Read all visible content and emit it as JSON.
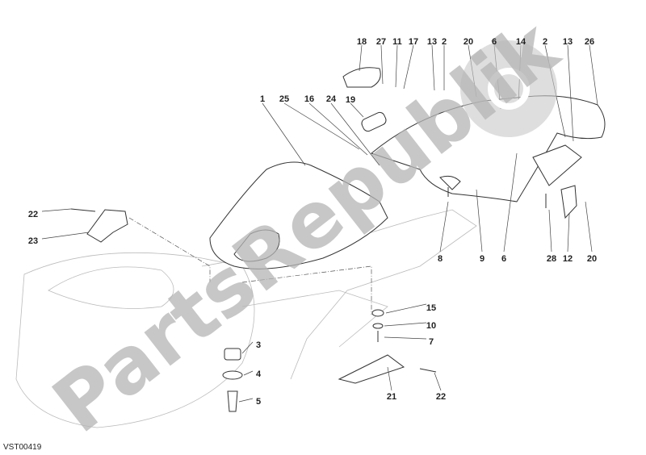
{
  "diagram": {
    "code": "VST00419",
    "watermark": "PartsRepublik",
    "watermark_icon": "gear-icon",
    "callouts": [
      "18",
      "27",
      "11",
      "17",
      "13",
      "2",
      "20",
      "6",
      "14",
      "2",
      "13",
      "26",
      "1",
      "25",
      "16",
      "24",
      "19",
      "22",
      "23",
      "8",
      "9",
      "6",
      "28",
      "12",
      "20",
      "15",
      "10",
      "7",
      "3",
      "4",
      "5",
      "21",
      "22"
    ]
  }
}
